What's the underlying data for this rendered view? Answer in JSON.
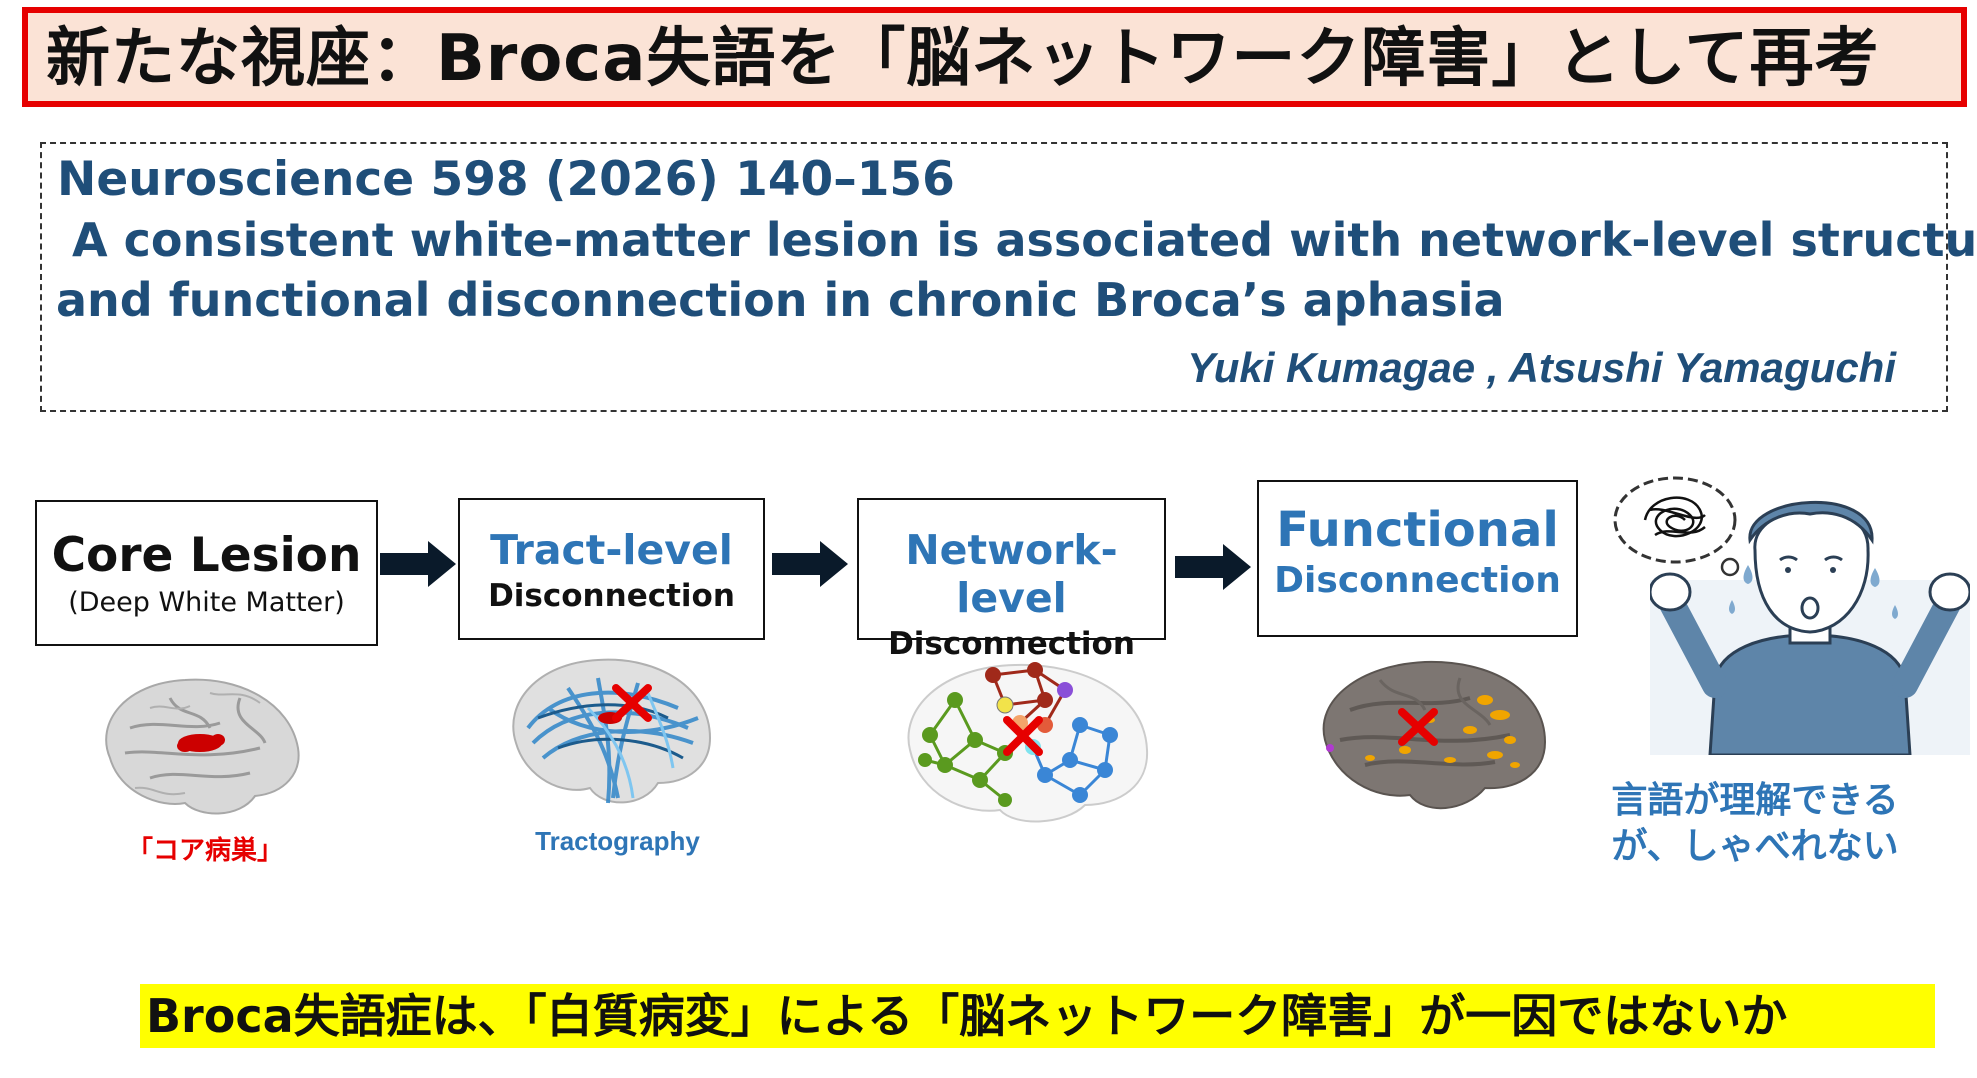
{
  "title": "新たな視座：Broca失語を「脳ネットワーク障害」として再考",
  "paper": {
    "journal": "Neuroscience 598 (2026) 140–156",
    "title_line1": " A consistent white-matter lesion is associated with network-level structural",
    "title_line2": "and functional disconnection in chronic Broca’s aphasia",
    "authors": "Yuki Kumagae , Atsushi Yamaguchi"
  },
  "stages": [
    {
      "title": "Core Lesion",
      "subtitle": "(Deep White Matter)",
      "caption": "「コア病巣」"
    },
    {
      "title": "Tract-level",
      "subtitle": "Disconnection",
      "caption": "Tractography"
    },
    {
      "title": "Network-level",
      "subtitle": "Disconnection",
      "caption": ""
    },
    {
      "title": "Functional",
      "subtitle": "Disconnection",
      "caption": ""
    }
  ],
  "patient_caption": {
    "line1": "言語が理解できる",
    "line2": "が、しゃべれない"
  },
  "conclusion": "Broca失語症は、「白質病変」による「脳ネットワーク障害」が一因ではないか",
  "colors": {
    "accent_red": "#e60000",
    "banner_bg": "#fbe3d6",
    "navy": "#1f4e79",
    "blue": "#2e75b6",
    "yellow": "#ffff00",
    "lesion_red": "#cc0000"
  },
  "icons": [
    "right-arrow-icon",
    "brain-illustration",
    "cross-mark-icon",
    "thought-bubble-icon",
    "patient-illustration"
  ]
}
